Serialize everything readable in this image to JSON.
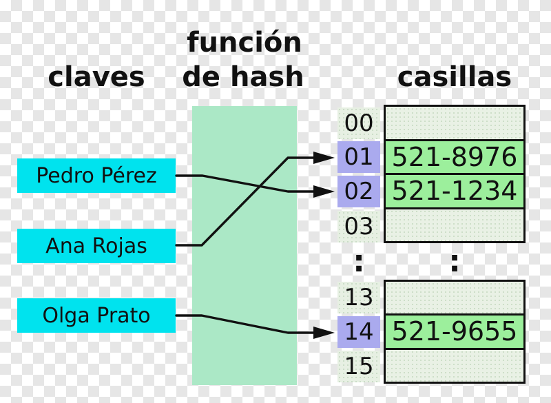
{
  "headers": {
    "keys": "claves",
    "hash_line1": "función",
    "hash_line2": "de hash",
    "slots": "casillas"
  },
  "keys": [
    "Pedro Pérez",
    "Ana Rojas",
    "Olga Prato"
  ],
  "buckets_top": [
    {
      "index": "00",
      "value": "",
      "highlight": false
    },
    {
      "index": "01",
      "value": "521-8976",
      "highlight": true
    },
    {
      "index": "02",
      "value": "521-1234",
      "highlight": true
    },
    {
      "index": "03",
      "value": "",
      "highlight": false
    }
  ],
  "buckets_bottom": [
    {
      "index": "13",
      "value": "",
      "highlight": false
    },
    {
      "index": "14",
      "value": "521-9655",
      "highlight": true
    },
    {
      "index": "15",
      "value": "",
      "highlight": false
    }
  ],
  "separator": {
    "index_colon": ":",
    "slot_colon": ":"
  },
  "mappings": [
    {
      "key": "Pedro Pérez",
      "slot": "02"
    },
    {
      "key": "Ana Rojas",
      "slot": "01"
    },
    {
      "key": "Olga Prato",
      "slot": "14"
    }
  ],
  "colors": {
    "key": "#00e3ee",
    "hash": "#abe8c6",
    "hit": "#aaaaee",
    "filled": "#9cef9c",
    "empty": "#e9f1e5",
    "line": "#111111",
    "checker_light": "#ffffff",
    "checker_dark": "#e6e6e6"
  }
}
